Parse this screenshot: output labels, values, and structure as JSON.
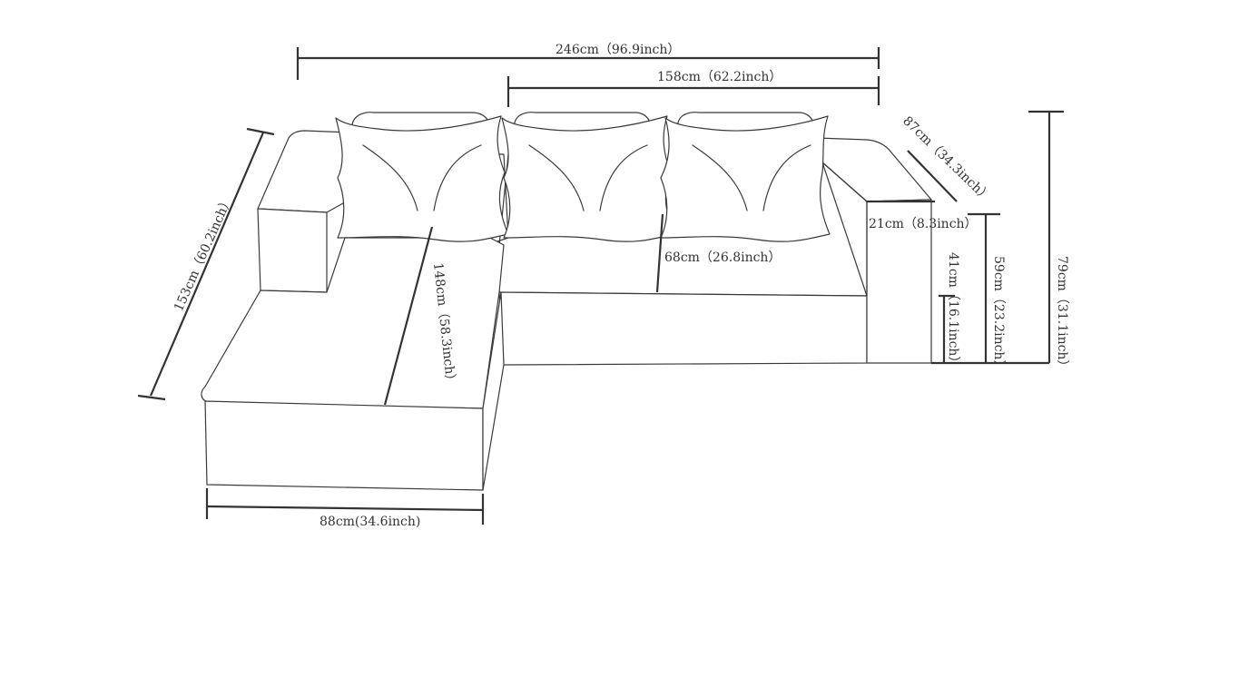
{
  "dimensions": {
    "total_width": "246cm（96.9inch）",
    "back_width": "158cm（62.2inch）",
    "depth": "87cm（34.3inch）",
    "armrest_width": "21cm（8.3inch）",
    "seat_height": "41cm（16.1inch）",
    "armrest_height": "59cm（23.2inch）",
    "total_height": "79cm（31.1inch）",
    "chaise_length": "153cm（60.2inch）",
    "chaise_seat_depth": "148cm（58.3inch）",
    "seat_depth": "68cm（26.8inch）",
    "chaise_width": "88cm(34.6inch)"
  },
  "colors": {
    "line": "#333333",
    "background": "#ffffff"
  }
}
